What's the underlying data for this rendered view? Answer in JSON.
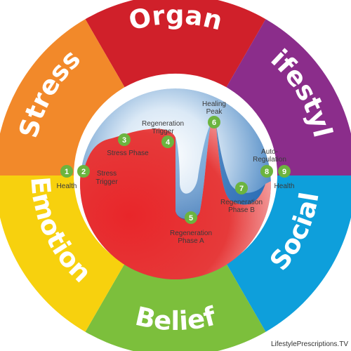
{
  "segments": {
    "organ": {
      "label": "Organ",
      "color": "#d0202a"
    },
    "lifestyle": {
      "label": "Lifestyle",
      "color": "#8b2d8b"
    },
    "social": {
      "label": "Social",
      "color": "#0e9fdb"
    },
    "belief": {
      "label": "Belief",
      "color": "#7cbf3c"
    },
    "emotion": {
      "label": "Emotion",
      "color": "#f7d10e"
    },
    "stress": {
      "label": "Stress",
      "color": "#f2892a"
    }
  },
  "phase_colors": {
    "stress": "#e02a2a",
    "regeneration": "#1a72bd",
    "marker": "#6cb43f"
  },
  "steps": {
    "s1": {
      "number": "1",
      "label": "Health"
    },
    "s2": {
      "number": "2",
      "label_line1": "Stress",
      "label_line2": "Trigger"
    },
    "s3": {
      "number": "3",
      "label": "Stress Phase"
    },
    "s4": {
      "number": "4",
      "label_line1": "Regeneration",
      "label_line2": "Trigger"
    },
    "s5": {
      "number": "5",
      "label_line1": "Regeneration",
      "label_line2": "Phase A"
    },
    "s6": {
      "number": "6",
      "label_line1": "Healing",
      "label_line2": "Peak"
    },
    "s7": {
      "number": "7",
      "label_line1": "Regeneration",
      "label_line2": "Phase B"
    },
    "s8": {
      "number": "8",
      "label_line1": "Auto-",
      "label_line2": "Regulation"
    },
    "s9": {
      "number": "9",
      "label": "Health"
    }
  },
  "credit": "LifestylePrescriptions.TV"
}
